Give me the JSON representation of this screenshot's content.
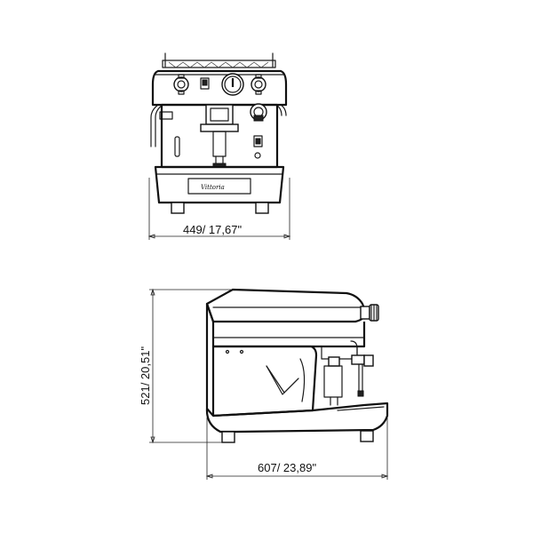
{
  "front_view": {
    "width_label": "449/ 17,67\"",
    "brand_label": "Vittoria"
  },
  "side_view": {
    "height_label": "521/ 20,51\"",
    "depth_label": "607/ 23,89\""
  }
}
